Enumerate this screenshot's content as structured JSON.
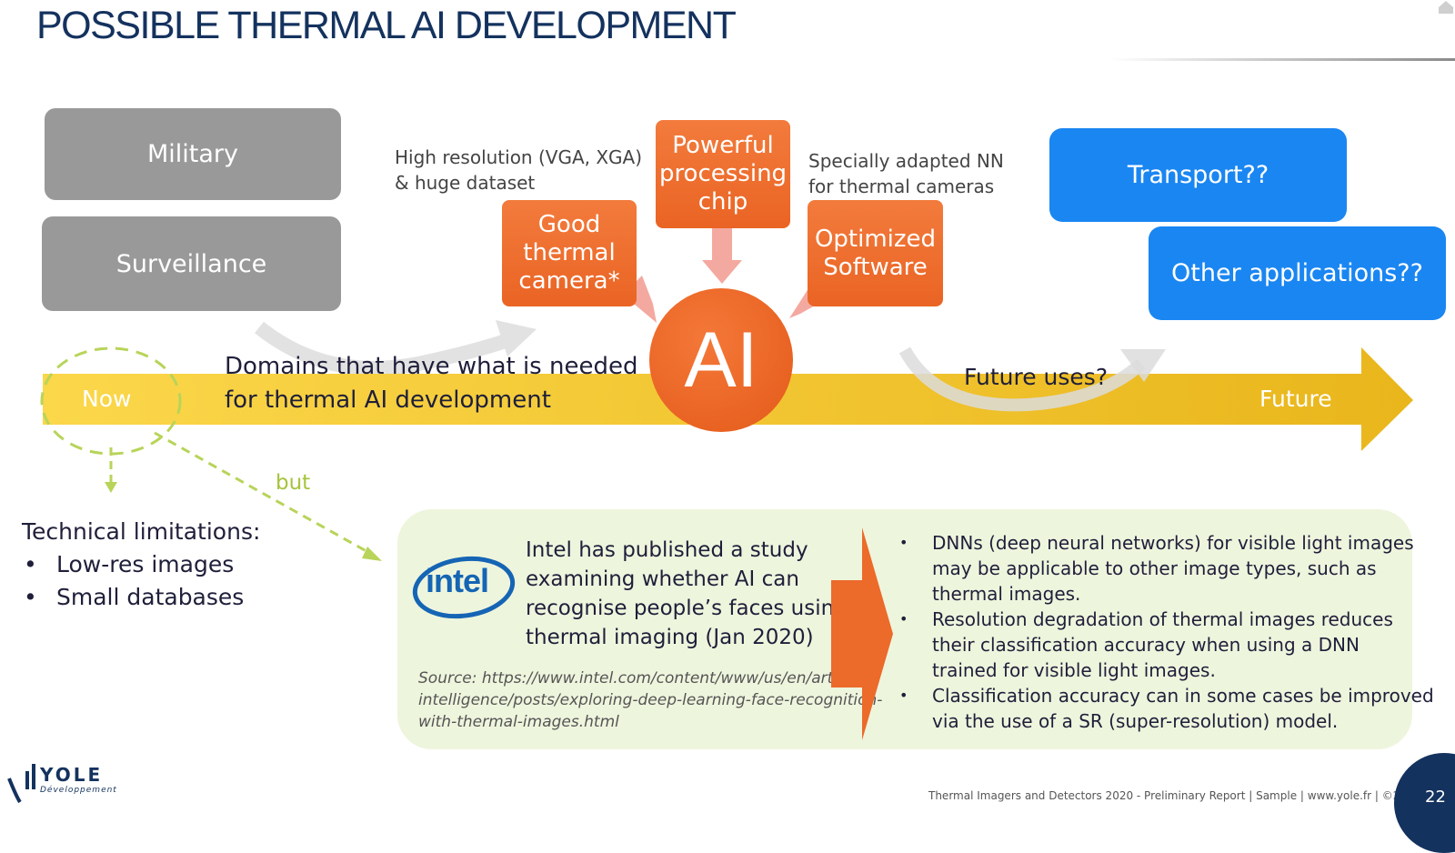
{
  "title": "POSSIBLE THERMAL AI DEVELOPMENT",
  "domains": {
    "military": "Military",
    "surveillance": "Surveillance"
  },
  "notes": {
    "high_res_line1": "High resolution (VGA, XGA)",
    "high_res_line2": "& huge dataset",
    "nn_line1": "Specially adapted NN",
    "nn_line2": "for thermal cameras"
  },
  "requirements": {
    "camera": [
      "Good",
      "thermal",
      "camera*"
    ],
    "chip": [
      "Powerful",
      "processing",
      "chip"
    ],
    "software": [
      "Optimized",
      "Software"
    ]
  },
  "ai_label": "AI",
  "future_apps": {
    "transport": "Transport??",
    "other": "Other applications??"
  },
  "timeline": {
    "now": "Now",
    "domains_line1": "Domains that have what is needed",
    "domains_line2": "for thermal AI development",
    "future_uses": "Future uses?",
    "future": "Future"
  },
  "but_label": "but",
  "limitations": {
    "heading": "Technical limitations:",
    "items": [
      "Low-res images",
      "Small databases"
    ]
  },
  "intel": {
    "logo_text": "intel",
    "study": [
      "Intel has published a study",
      "examining whether AI can",
      "recognise people’s faces using",
      "thermal imaging (Jan 2020)"
    ],
    "source": [
      "Source: https://www.intel.com/content/www/us/en/artificial-",
      "intelligence/posts/exploring-deep-learning-face-recognition-",
      "with-thermal-images.html"
    ],
    "bullets": [
      [
        "DNNs (deep neural networks) for visible light images",
        "may be applicable to other image types, such as",
        "thermal images."
      ],
      [
        "Resolution degradation of thermal images reduces",
        "their classification accuracy when using a DNN",
        "trained for visible light images."
      ],
      [
        "Classification accuracy can in some cases be improved",
        "via the use of a SR (super-resolution) model."
      ]
    ]
  },
  "footer": {
    "logo_word": "YOLE",
    "logo_sub": "Développement",
    "text": "Thermal Imagers and Detectors 2020 - Preliminary Report | Sample | www.yole.fr | ©2020",
    "page_number": "22"
  },
  "colors": {
    "title": "#14325e",
    "gray_box": "#999999",
    "orange": "#ec6a2a",
    "blue": "#1a86f2",
    "timeline": "#f6c52a",
    "panel": "#eef5dd",
    "dashed": "#b8d45a"
  }
}
